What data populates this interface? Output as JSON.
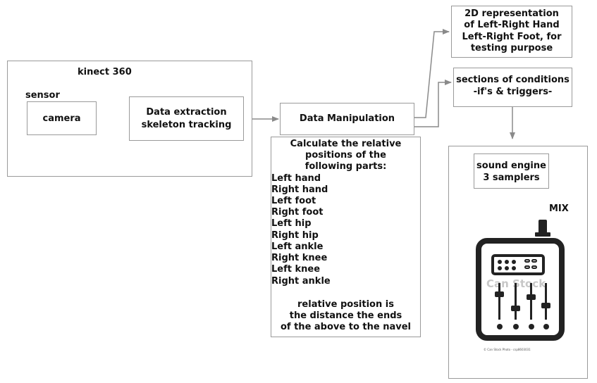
{
  "diagram": {
    "kinect": {
      "title": "kinect 360",
      "sensor_label": "sensor"
    },
    "camera": {
      "label": "camera"
    },
    "extraction": {
      "line1": "Data extraction",
      "line2": "skeleton tracking"
    },
    "manipulation": {
      "label": "Data Manipulation"
    },
    "calc": {
      "heading": [
        "Calculate the relative",
        "positions of the",
        "following parts:"
      ],
      "parts": [
        "Left hand",
        "Right hand",
        "Left foot",
        "Right foot",
        "Left hip",
        "Right hip",
        "Left ankle",
        "Right knee",
        "Left knee",
        "Right ankle"
      ],
      "footer": [
        "relative position is",
        "the distance the ends",
        "of the above to the navel"
      ]
    },
    "representation": {
      "lines": [
        "2D representation",
        "of Left-Right Hand",
        "Left-Right Foot, for",
        "testing purpose"
      ]
    },
    "conditions": {
      "lines": [
        "sections of conditions",
        "-if's & triggers-"
      ]
    },
    "sound_engine": {
      "lines": [
        "sound engine",
        "3 samplers"
      ]
    },
    "mix": {
      "label": "MIX",
      "watermark": "Can Stock",
      "credit": "© Can Stock Photo - csp8603031"
    }
  }
}
